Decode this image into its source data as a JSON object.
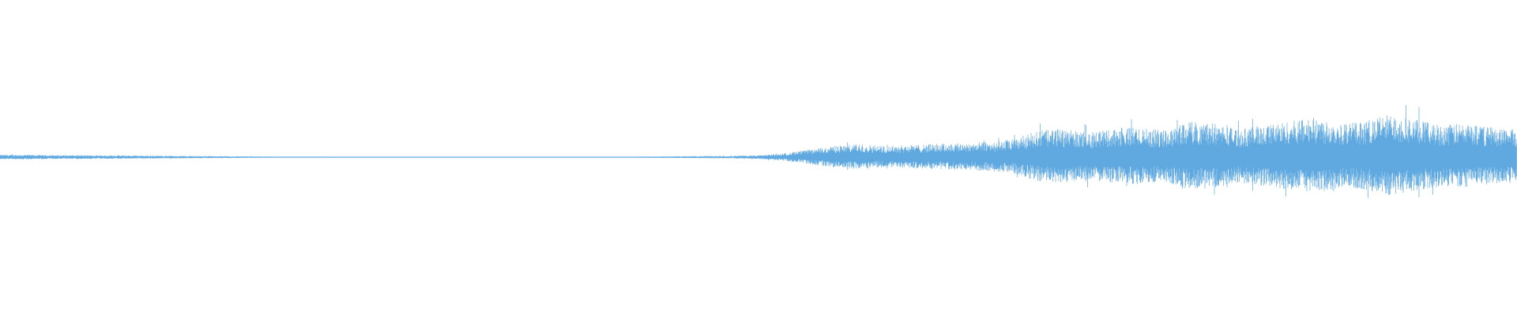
{
  "waveform": {
    "color": "#5fa9e0",
    "background": "#ffffff",
    "amplitude_profile": [
      0.025,
      0.025,
      0.022,
      0.02,
      0.02,
      0.018,
      0.016,
      0.014,
      0.012,
      0.01,
      0.008,
      0.006,
      0.006,
      0.005,
      0.005,
      0.005,
      0.004,
      0.004,
      0.004,
      0.004,
      0.004,
      0.004,
      0.004,
      0.004,
      0.004,
      0.006,
      0.008,
      0.01,
      0.012,
      0.015,
      0.02,
      0.04,
      0.08,
      0.12,
      0.14,
      0.12,
      0.13,
      0.14,
      0.15,
      0.16,
      0.18,
      0.28,
      0.3,
      0.26,
      0.3,
      0.32,
      0.28,
      0.38,
      0.36,
      0.3,
      0.34,
      0.38,
      0.42,
      0.36,
      0.38,
      0.46,
      0.4,
      0.34,
      0.36,
      0.32,
      0.3
    ]
  }
}
